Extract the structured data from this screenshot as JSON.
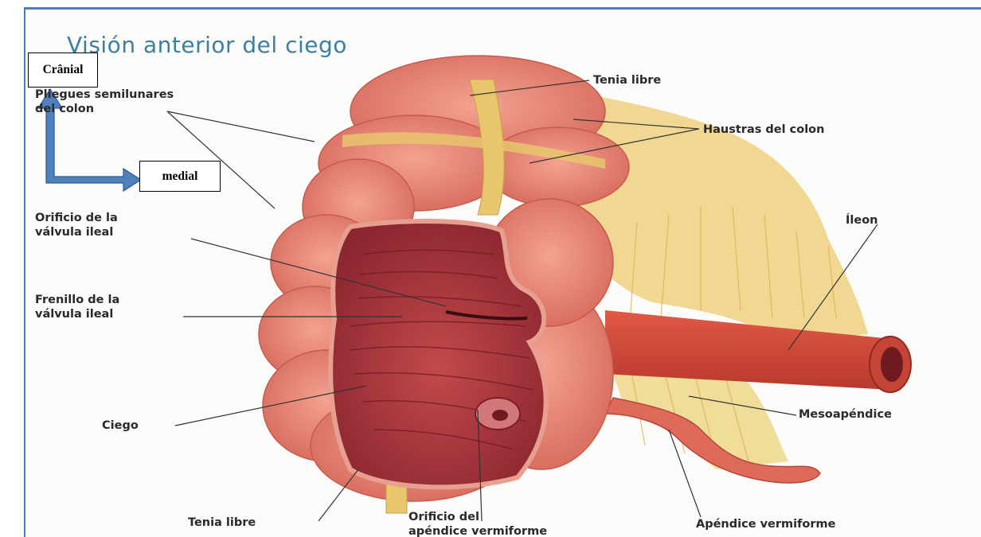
{
  "title": "Visión anterior del ciego",
  "orientation": {
    "cranial": "Crânial",
    "medial": "medial"
  },
  "labels": {
    "pliegues_line1": "Pliegues semilunares",
    "pliegues_line2": "del colon",
    "tenia_libre_top": "Tenia libre",
    "haustras": "Haustras del colon",
    "orificio_valvula_line1": "Orificio de la",
    "orificio_valvula_line2": "válvula ileal",
    "ileon": "Íleon",
    "frenillo_line1": "Frenillo de la",
    "frenillo_line2": "válvula ileal",
    "mesoapendice": "Mesoapéndice",
    "ciego": "Ciego",
    "tenia_libre_bottom": "Tenia libre",
    "orificio_apendice_line1": "Orificio del",
    "orificio_apendice_line2": "apéndice vermiforme",
    "apendice": "Apéndice vermiforme"
  },
  "colors": {
    "frame": "#4a7fb8",
    "arrow_fill": "#4f81bd",
    "arrow_stroke": "#2f5597",
    "title": "#3d7fa0",
    "colon_wall": "#e0796a",
    "colon_inner": "#a2323a",
    "mesentery": "#e8c66e",
    "leader_line": "#333333"
  }
}
